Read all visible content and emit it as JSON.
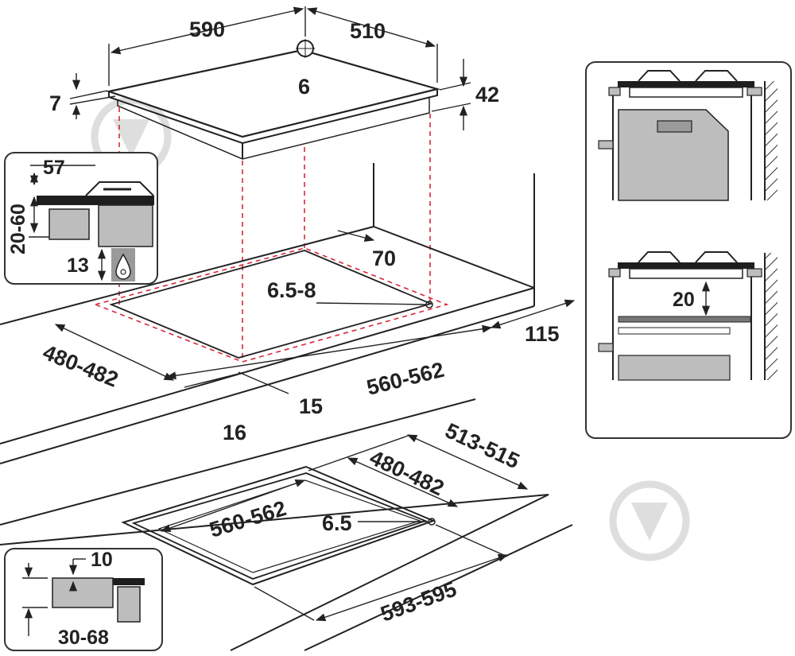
{
  "colors": {
    "line": "#222222",
    "cutout_dash": "#d9283b",
    "panel_border": "#333333",
    "gray_fill": "#bdbdbd",
    "dark_fill": "#1e1e1e",
    "watermark": "#dedede"
  },
  "icons": [
    "flame-drop-icon",
    "watermark-arrow-icon"
  ],
  "top_view": {
    "width": "590",
    "depth": "510",
    "center_mark": "6",
    "glass_thickness": "7",
    "height": "42"
  },
  "worktop_top": {
    "clearance_back": "70",
    "corner_radius": "6.5-8",
    "cutout_depth": "480-482",
    "cutout_width": "560-562",
    "clearance_side": "115",
    "clearance_front_a": "15",
    "clearance_front_b": "16"
  },
  "inset_top_left": {
    "hob_height": "57",
    "drawer_gap": "20-60",
    "min_gap": "13"
  },
  "right_panel": {
    "oven_gap": "20"
  },
  "worktop_bottom": {
    "outer_depth": "513-515",
    "cutout_depth": "480-482",
    "cutout_width": "560-562",
    "corner_radius": "6.5",
    "outer_width": "593-595"
  },
  "inset_bottom_left": {
    "lip": "10",
    "worktop_thickness": "30-68"
  }
}
